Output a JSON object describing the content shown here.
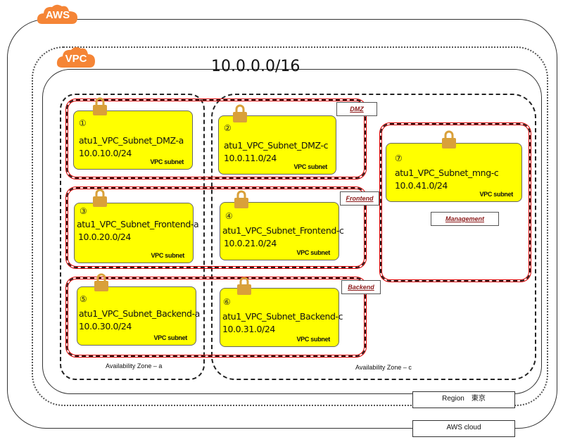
{
  "aws": {
    "badge": "AWS",
    "cloud_label": "AWS cloud"
  },
  "region": {
    "label": "Region　東京"
  },
  "vpc": {
    "badge": "VPC",
    "cidr": "10.0.0.0/16"
  },
  "availability_zones": [
    {
      "label": "Availability Zone – a"
    },
    {
      "label": "Availability Zone – c"
    }
  ],
  "groups": {
    "dmz": "DMZ",
    "frontend": "Frontend",
    "backend": "Backend",
    "management": "Management"
  },
  "subnets": [
    {
      "number": "①",
      "name": "atu1_VPC_Subnet_DMZ-a",
      "cidr": "10.0.10.0/24",
      "tag": "VPC subnet"
    },
    {
      "number": "②",
      "name": "atu1_VPC_Subnet_DMZ-c",
      "cidr": "10.0.11.0/24",
      "tag": "VPC subnet"
    },
    {
      "number": "③",
      "name": "atu1_VPC_Subnet_Frontend-a",
      "cidr": "10.0.20.0/24",
      "tag": "VPC subnet"
    },
    {
      "number": "④",
      "name": "atu1_VPC_Subnet_Frontend-c",
      "cidr": "10.0.21.0/24",
      "tag": "VPC subnet"
    },
    {
      "number": "⑤",
      "name": "atu1_VPC_Subnet_Backend-a",
      "cidr": "10.0.30.0/24",
      "tag": "VPC subnet"
    },
    {
      "number": "⑥",
      "name": "atu1_VPC_Subnet_Backend-c",
      "cidr": "10.0.31.0/24",
      "tag": "VPC subnet"
    },
    {
      "number": "⑦",
      "name": "atu1_VPC_Subnet_mng-c",
      "cidr": "10.0.41.0/24",
      "tag": "VPC subnet"
    }
  ],
  "colors": {
    "cloud_orange": "#f58536",
    "subnet_fill": "#ffff00",
    "lock": "#d9a03a",
    "security_group_red": "#e00000",
    "group_label_text": "#8b1a1a"
  }
}
